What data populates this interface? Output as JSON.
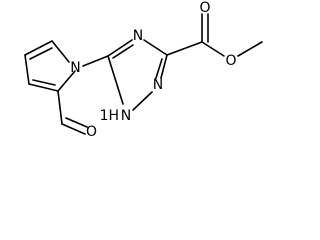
{
  "molecule": {
    "atoms": {
      "pyrrole_n": "N",
      "aldehyde_o": "O",
      "triazole_n2": "N",
      "triazole_n4": "N",
      "triazole_nh": "1H",
      "triazole_nh_n": "N",
      "carbonyl_o": "O",
      "ester_o": "O"
    }
  }
}
